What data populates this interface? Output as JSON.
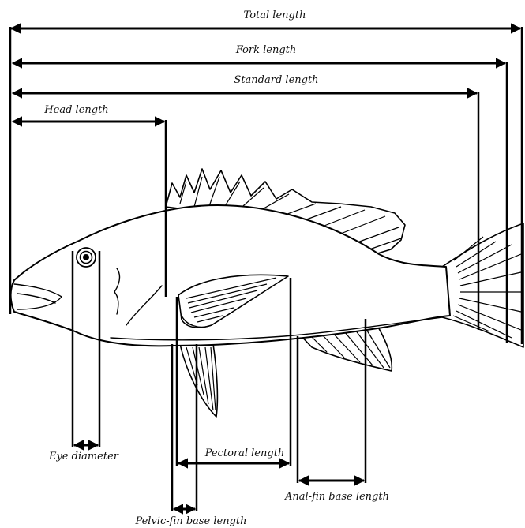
{
  "labels": {
    "total_length": "Total length",
    "fork_length": "Fork length",
    "standard_length": "Standard length",
    "head_length": "Head length",
    "eye_diameter": "Eye diameter",
    "pectoral_length": "Pectoral length",
    "anal_fin_base_length": "Anal-fin base length",
    "pelvic_fin_base_length": "Pelvic-fin base length"
  },
  "colors": {
    "ink": "#000000",
    "background": "#ffffff"
  }
}
